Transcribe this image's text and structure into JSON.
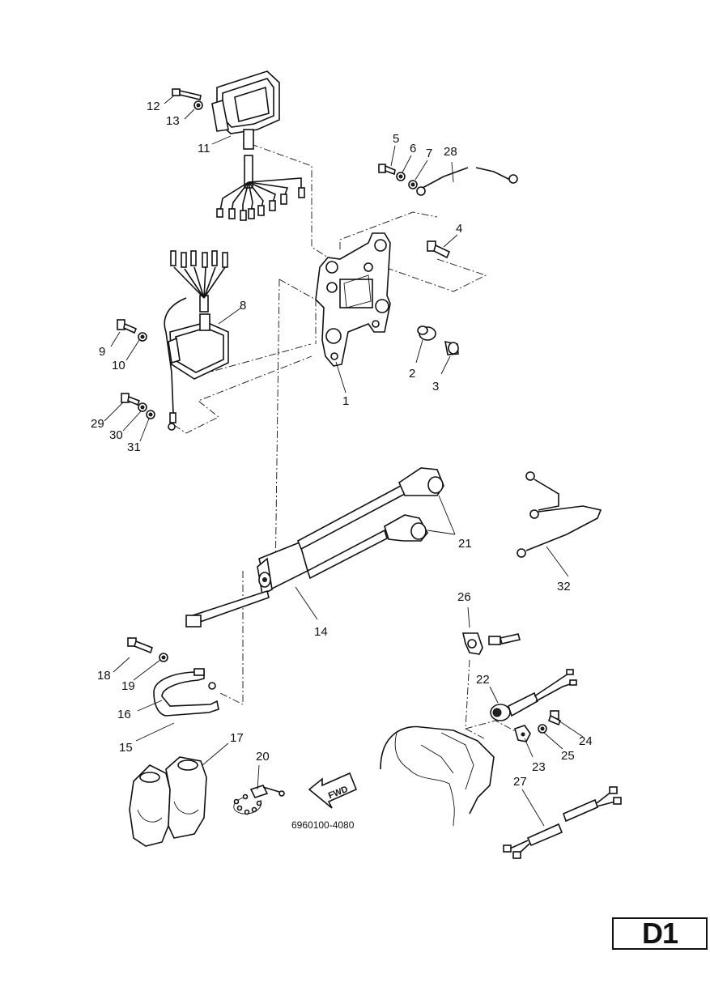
{
  "diagram": {
    "part_numbers": {
      "p1": "1",
      "p2": "2",
      "p3": "3",
      "p4": "4",
      "p5": "5",
      "p6": "6",
      "p7": "7",
      "p8": "8",
      "p9": "9",
      "p10": "10",
      "p11": "11",
      "p12": "12",
      "p13": "13",
      "p14": "14",
      "p15": "15",
      "p16": "16",
      "p17": "17",
      "p18": "18",
      "p19": "19",
      "p20": "20",
      "p21": "21",
      "p22": "22",
      "p23": "23",
      "p24": "24",
      "p25": "25",
      "p26": "26",
      "p27": "27",
      "p28": "28",
      "p29": "29",
      "p30": "30",
      "p31": "31",
      "p32": "32"
    },
    "fwd_label": "FWD",
    "reference_code": "6960100-4080"
  },
  "page": {
    "badge": "D1"
  }
}
